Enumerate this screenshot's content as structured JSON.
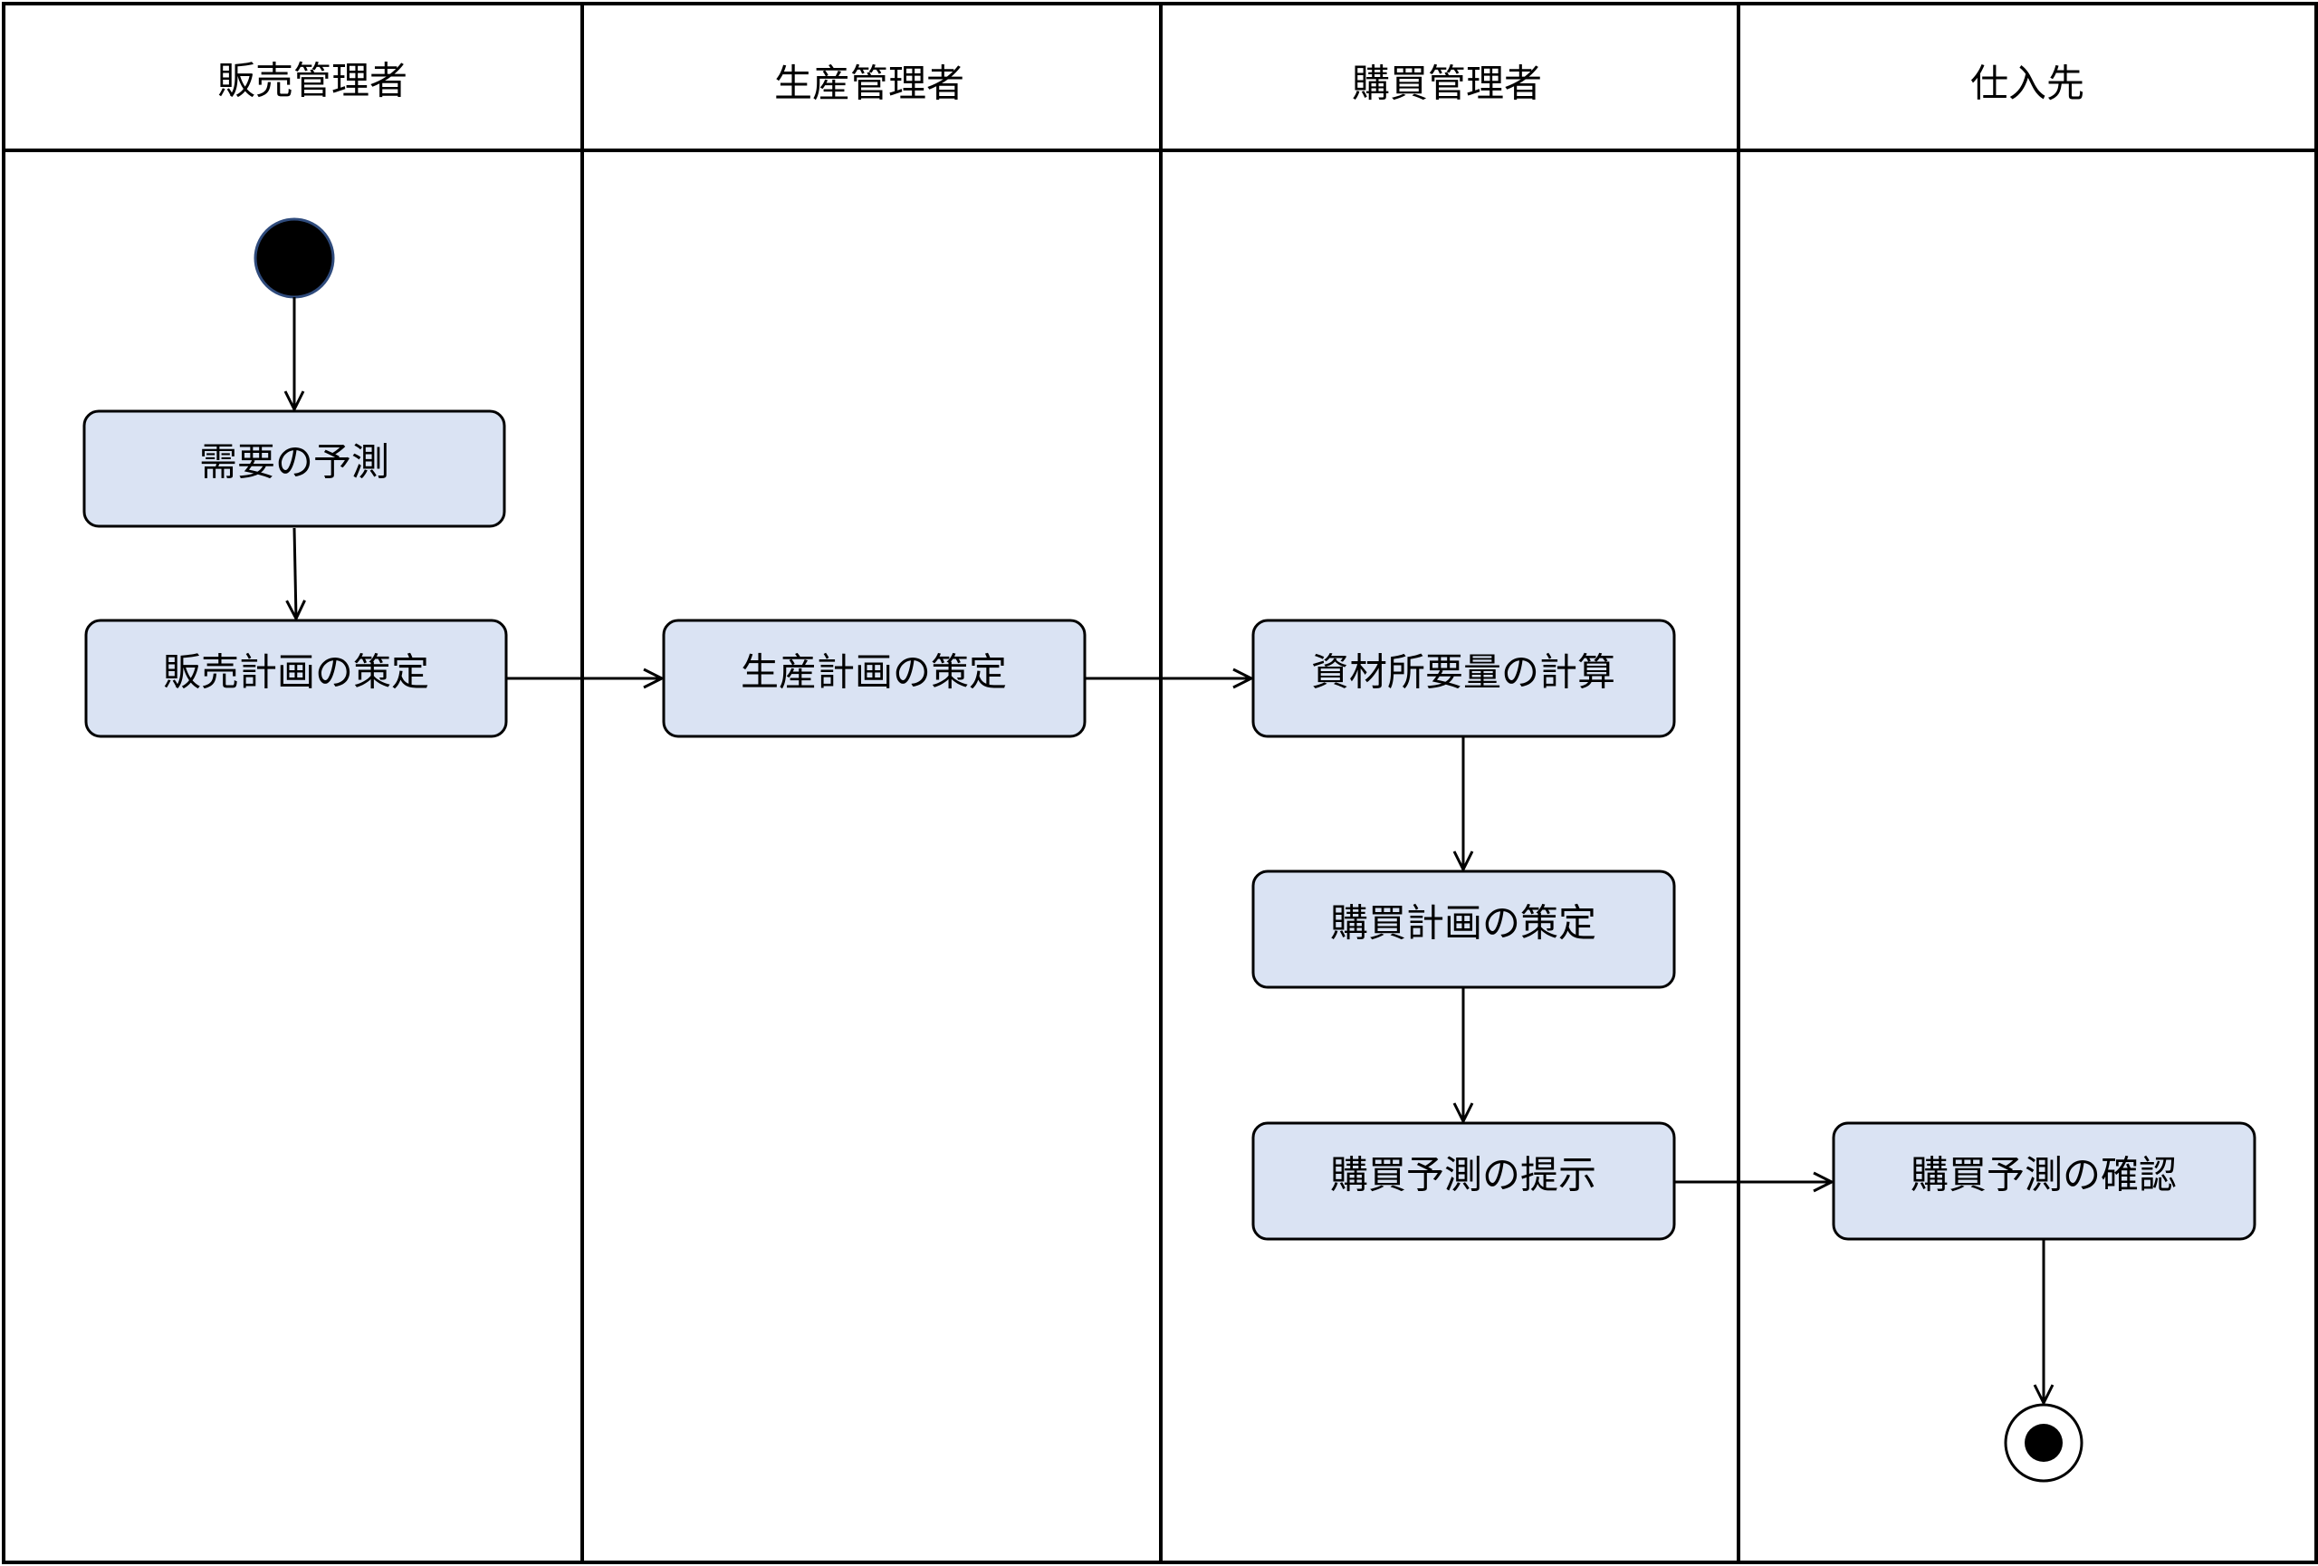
{
  "lanes": [
    {
      "id": "sales",
      "title": "販売管理者"
    },
    {
      "id": "production",
      "title": "生産管理者"
    },
    {
      "id": "purchasing",
      "title": "購買管理者"
    },
    {
      "id": "supplier",
      "title": "仕入先"
    }
  ],
  "actions": {
    "demand_forecast": "需要の予測",
    "sales_plan": "販売計画の策定",
    "production_plan": "生産計画の策定",
    "material_requirements": "資材所要量の計算",
    "purchase_plan": "購買計画の策定",
    "purchase_forecast_present": "購買予測の提示",
    "purchase_forecast_confirm": "購買予測の確認"
  },
  "colors": {
    "action_fill": "#dae3f3",
    "start_node_stroke": "#2f4b7c",
    "line": "#000000"
  }
}
